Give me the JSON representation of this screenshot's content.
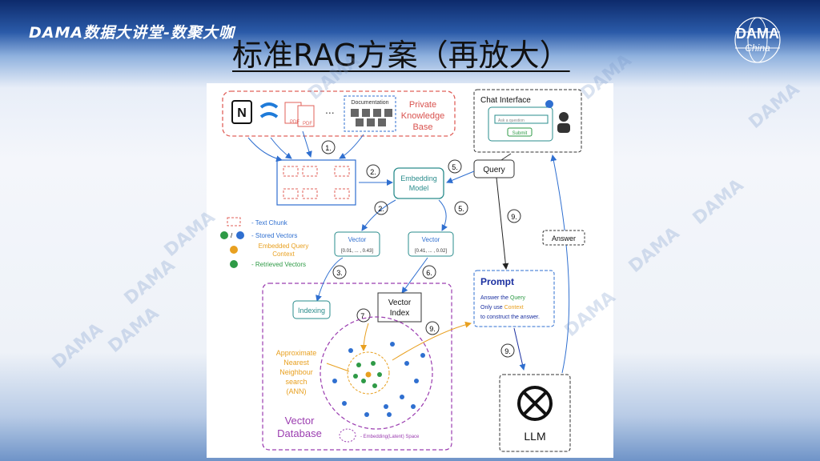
{
  "header": {
    "brand": "DAMA数据大讲堂-数聚大咖",
    "title": "标准RAG方案（再放大）",
    "logo_text": "DAMA",
    "logo_sub": "China",
    "watermark": "DAMA"
  },
  "diagram": {
    "kb_label_1": "Private",
    "kb_label_2": "Knowledge",
    "kb_label_3": "Base",
    "documentation": "Documentation",
    "pdf": "PDF",
    "ellipsis": "...",
    "chat_interface": "Chat Interface",
    "ask_placeholder": "Ask a question",
    "submit": "Submit",
    "query": "Query",
    "embedding_1": "Embedding",
    "embedding_2": "Model",
    "legend_text_chunk": "- Text Chunk",
    "legend_stored": "- Stored Vectors",
    "legend_embedded_1": "Embedded Query",
    "legend_embedded_2": "Context",
    "legend_retrieved": "- Retrieved Vectors",
    "legend_space": "- Embedding(Latent) Space",
    "vector": "Vector",
    "vec_left": "[0.01, ... , 0.43]",
    "vec_right": "[0.41, ... , 0.02]",
    "indexing": "Indexing",
    "vector_index_1": "Vector",
    "vector_index_2": "Index",
    "ann_1": "Approximate",
    "ann_2": "Nearest",
    "ann_3": "Neighbour",
    "ann_4": "search",
    "ann_5": "(ANN)",
    "vdb_1": "Vector",
    "vdb_2": "Database",
    "prompt": "Prompt",
    "prompt_l1a": "Answer the ",
    "prompt_l1b": "Query",
    ".": ".",
    "prompt_l2a": "Only use ",
    "prompt_l2b": "Context",
    "prompt_l3": "to construct the answer.",
    "answer": "Answer",
    "llm": "LLM",
    "step_1": "1.",
    "step_2": "2.",
    "step_3": "3.",
    "step_5": "5.",
    "step_6": "6.",
    "step_7": "7.",
    "step_9": "9."
  },
  "colors": {
    "teal": "#2a8c8c",
    "red_dash": "#e0605a",
    "blue": "#2f6fd0",
    "purple": "#9b3db0",
    "orange": "#e8a020",
    "green": "#2e9a46",
    "dark_blue": "#1a2fa0",
    "red_text": "#d9534f"
  }
}
